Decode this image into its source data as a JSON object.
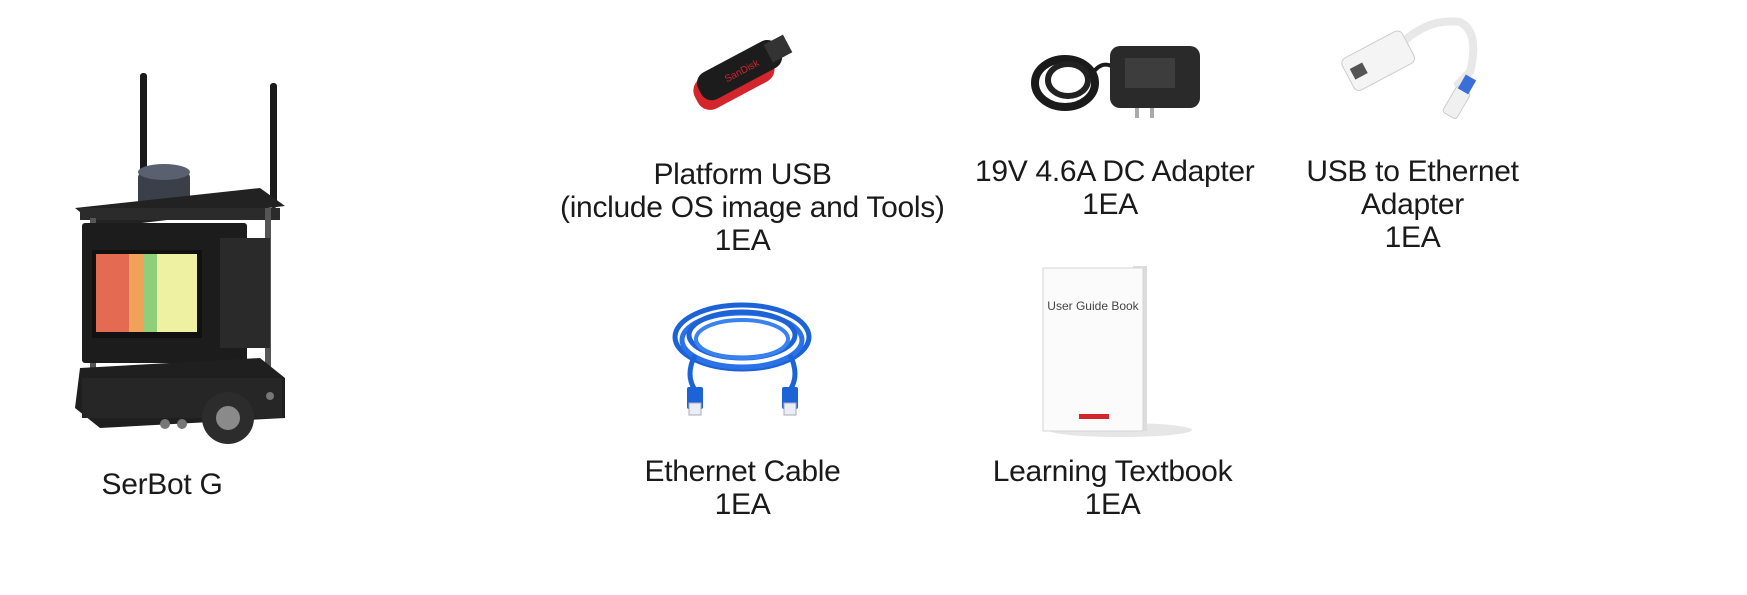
{
  "products": {
    "serbot": {
      "name": "SerBot G"
    },
    "usb": {
      "line1": "Platform USB",
      "line2": "(include OS image and Tools)",
      "qty": "1EA",
      "brand": "SanDisk"
    },
    "adapter": {
      "line1": "19V 4.6A DC Adapter",
      "qty": "1EA"
    },
    "eth_adapter": {
      "line1": "USB to Ethernet",
      "line2": "Adapter",
      "qty": "1EA"
    },
    "cable": {
      "line1": "Ethernet Cable",
      "qty": "1EA"
    },
    "textbook": {
      "line1": "Learning Textbook",
      "qty": "1EA",
      "cover_title": "User Guide Book"
    }
  },
  "colors": {
    "robot_body": "#1c1c1c",
    "screen_red": "#e46b52",
    "screen_orange": "#f0a15a",
    "screen_green": "#8fce7a",
    "screen_yellow": "#eef0a2",
    "usb_red": "#d3252b",
    "cable_blue": "#1d63d8"
  },
  "icons": [
    "serbot-robot-image",
    "usb-drive-image",
    "dc-adapter-image",
    "usb-ethernet-adapter-image",
    "ethernet-cable-image",
    "textbook-image"
  ]
}
